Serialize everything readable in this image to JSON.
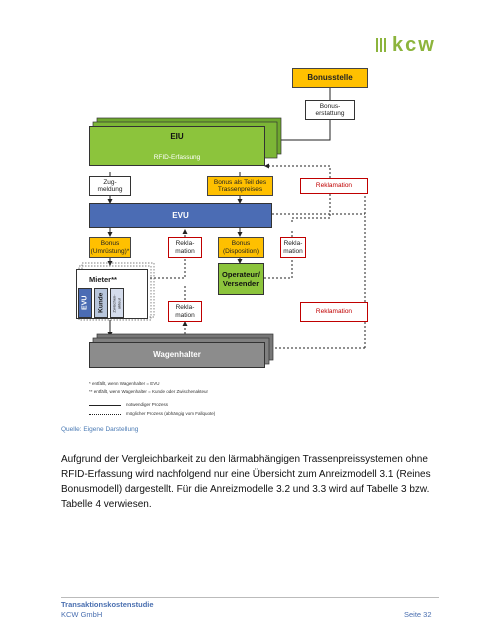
{
  "logo": {
    "text": "kcw"
  },
  "diagram": {
    "bonusstelle": "Bonusstelle",
    "bonus_erstattung": "Bonus-\nerstattung",
    "eiu": "EIU",
    "rfid": "RFID-Erfassung",
    "zugmeldung": "Zug-\nmeldung",
    "bonus_trassenpreis": "Bonus als Teil des\nTrassenpreises",
    "reklamation_top": "Reklamation",
    "evu": "EVU",
    "bonus_umruestung": "Bonus\n(Umrüstung)*",
    "rekla_1": "Rekla-\nmation",
    "bonus_disposition": "Bonus\n(Disposition)",
    "rekla_2": "Rekla-\nmation",
    "mieter": "Mieter**",
    "evu_vertical": "EVU",
    "kunde_vertical": "Kunde",
    "zwischen_vertical": "Zwischen-\nakteur",
    "operateur": "Operateur/\nVersender",
    "rekla_3": "Rekla-\nmation",
    "reklamation_bottom": "Reklamation",
    "wagenhalter": "Wagenhalter",
    "note1": "*   entfällt, wenn Wagenhalter = EVU",
    "note2": "**  entfällt, wenn Wagenhalter = Kunde oder Zwischenakteur",
    "legend_solid": "notwendiger Prozess",
    "legend_dotted": "möglicher Prozess (abhängig vom Fallquote)"
  },
  "source": "Quelle: Eigene Darstellung",
  "body_text": "Aufgrund der Vergleichbarkeit zu den lärmabhängigen Trassenpreissystemen ohne RFID-Erfassung wird nachfolgend nur eine Übersicht zum Anreizmodell 3.1 (Reines Bonusmodell) dargestellt. Für die Anreizmodelle 3.2 und 3.3 wird auf Tabelle 3 bzw. Tabelle 4 verwiesen.",
  "footer": {
    "title": "Transaktionskostenstudie",
    "company": "KCW GmbH",
    "page": "Seite 32"
  },
  "colors": {
    "green": "#8cc43c",
    "blue": "#4b6cb4",
    "yellow": "#ffc000",
    "grey": "#8c8c8c",
    "red": "#c00000"
  }
}
